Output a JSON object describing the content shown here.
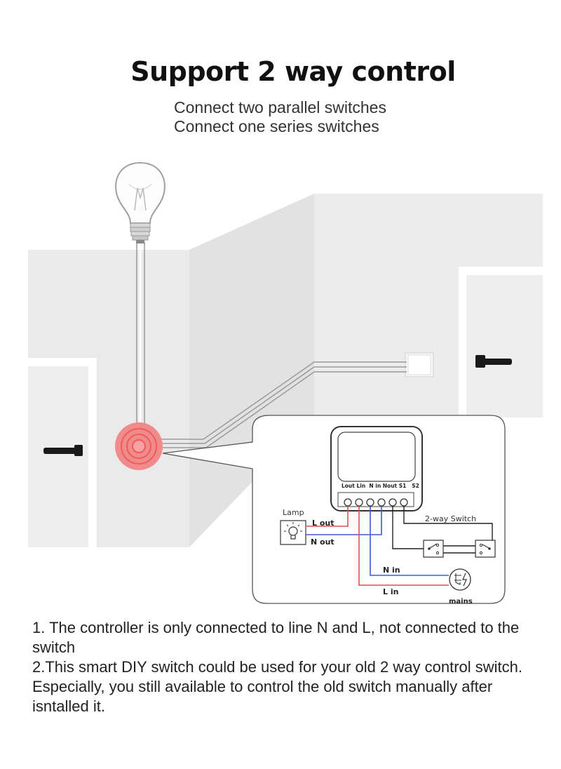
{
  "header": {
    "title": "Support 2 way control",
    "subtitles": [
      "Connect two parallel switches",
      "Connect one series switches"
    ]
  },
  "diagram": {
    "terminals": "Lout Lin  N in Nout S1   S2",
    "lamp_label": "Lamp",
    "lout_label": "L out",
    "nout_label": "N out",
    "switch_label": "2-way Switch",
    "nin_label": "N in",
    "lin_label": "L in",
    "mains_label": "mains",
    "colors": {
      "live": "#d9534f",
      "neutral": "#3b5bd6",
      "wire": "#222222",
      "wall": "#ebebeb",
      "pulse": "#ef5b5b"
    }
  },
  "notes": [
    "1. The controller is only connected to line N and L, not connected to the switch",
    "2.This smart DIY switch could be used for your old 2 way control switch. Especially, you still available to control the old switch manually after isntalled it."
  ]
}
